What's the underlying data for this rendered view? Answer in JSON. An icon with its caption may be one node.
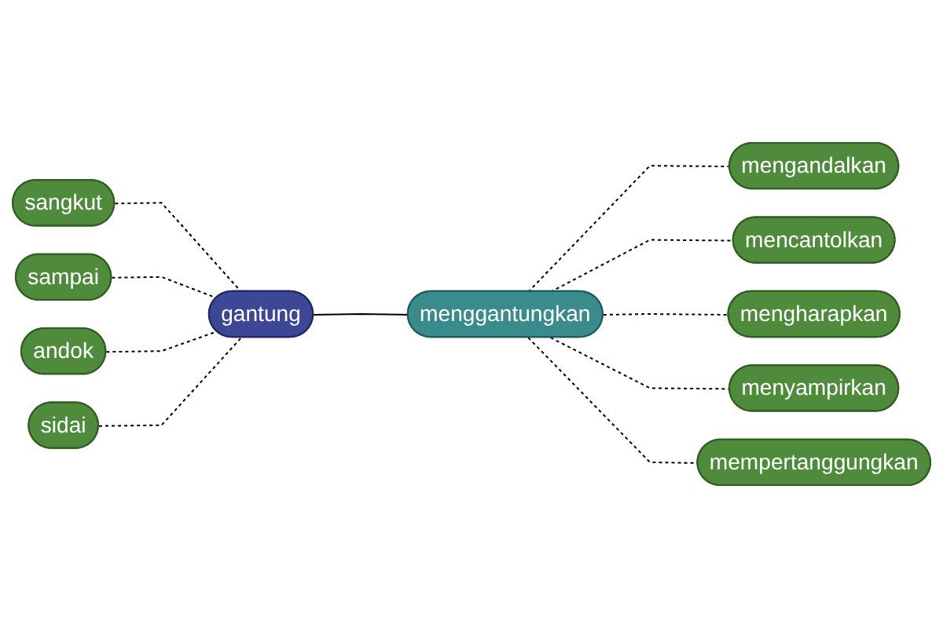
{
  "diagram": {
    "nodes": [
      {
        "text": [
          "gantung"
        ]
      },
      {
        "text": [
          "sangkut"
        ]
      },
      {
        "text": [
          "sampai"
        ]
      },
      {
        "text": [
          "andok"
        ]
      },
      {
        "text": [
          "sidai"
        ]
      },
      {
        "text": [
          "menggantungkan"
        ]
      },
      {
        "text": [
          "mengandalkan"
        ]
      },
      {
        "text": [
          "mencantolkan"
        ]
      },
      {
        "text": [
          "mengharapkan"
        ]
      },
      {
        "text": [
          "menyampirkan"
        ]
      },
      {
        "text": [
          "mempertanggungkan"
        ]
      }
    ],
    "edges": [
      {
        "from": 1,
        "to": 0,
        "arrow": "none",
        "style": "dashed"
      },
      {
        "from": 2,
        "to": 0,
        "arrow": "none",
        "style": "dashed"
      },
      {
        "from": 3,
        "to": 0,
        "arrow": "none",
        "style": "dashed"
      },
      {
        "from": 4,
        "to": 0,
        "arrow": "none",
        "style": "dashed"
      },
      {
        "from": 0,
        "to": 5,
        "arrow": "none"
      },
      {
        "from": 5,
        "to": 6,
        "arrow": "none",
        "style": "dashed"
      },
      {
        "from": 5,
        "to": 7,
        "arrow": "none",
        "style": "dashed"
      },
      {
        "from": 5,
        "to": 8,
        "arrow": "none",
        "style": "dashed"
      },
      {
        "from": 5,
        "to": 9,
        "arrow": "none",
        "style": "dashed"
      },
      {
        "from": 5,
        "to": 10,
        "arrow": "none",
        "style": "dashed"
      }
    ]
  }
}
